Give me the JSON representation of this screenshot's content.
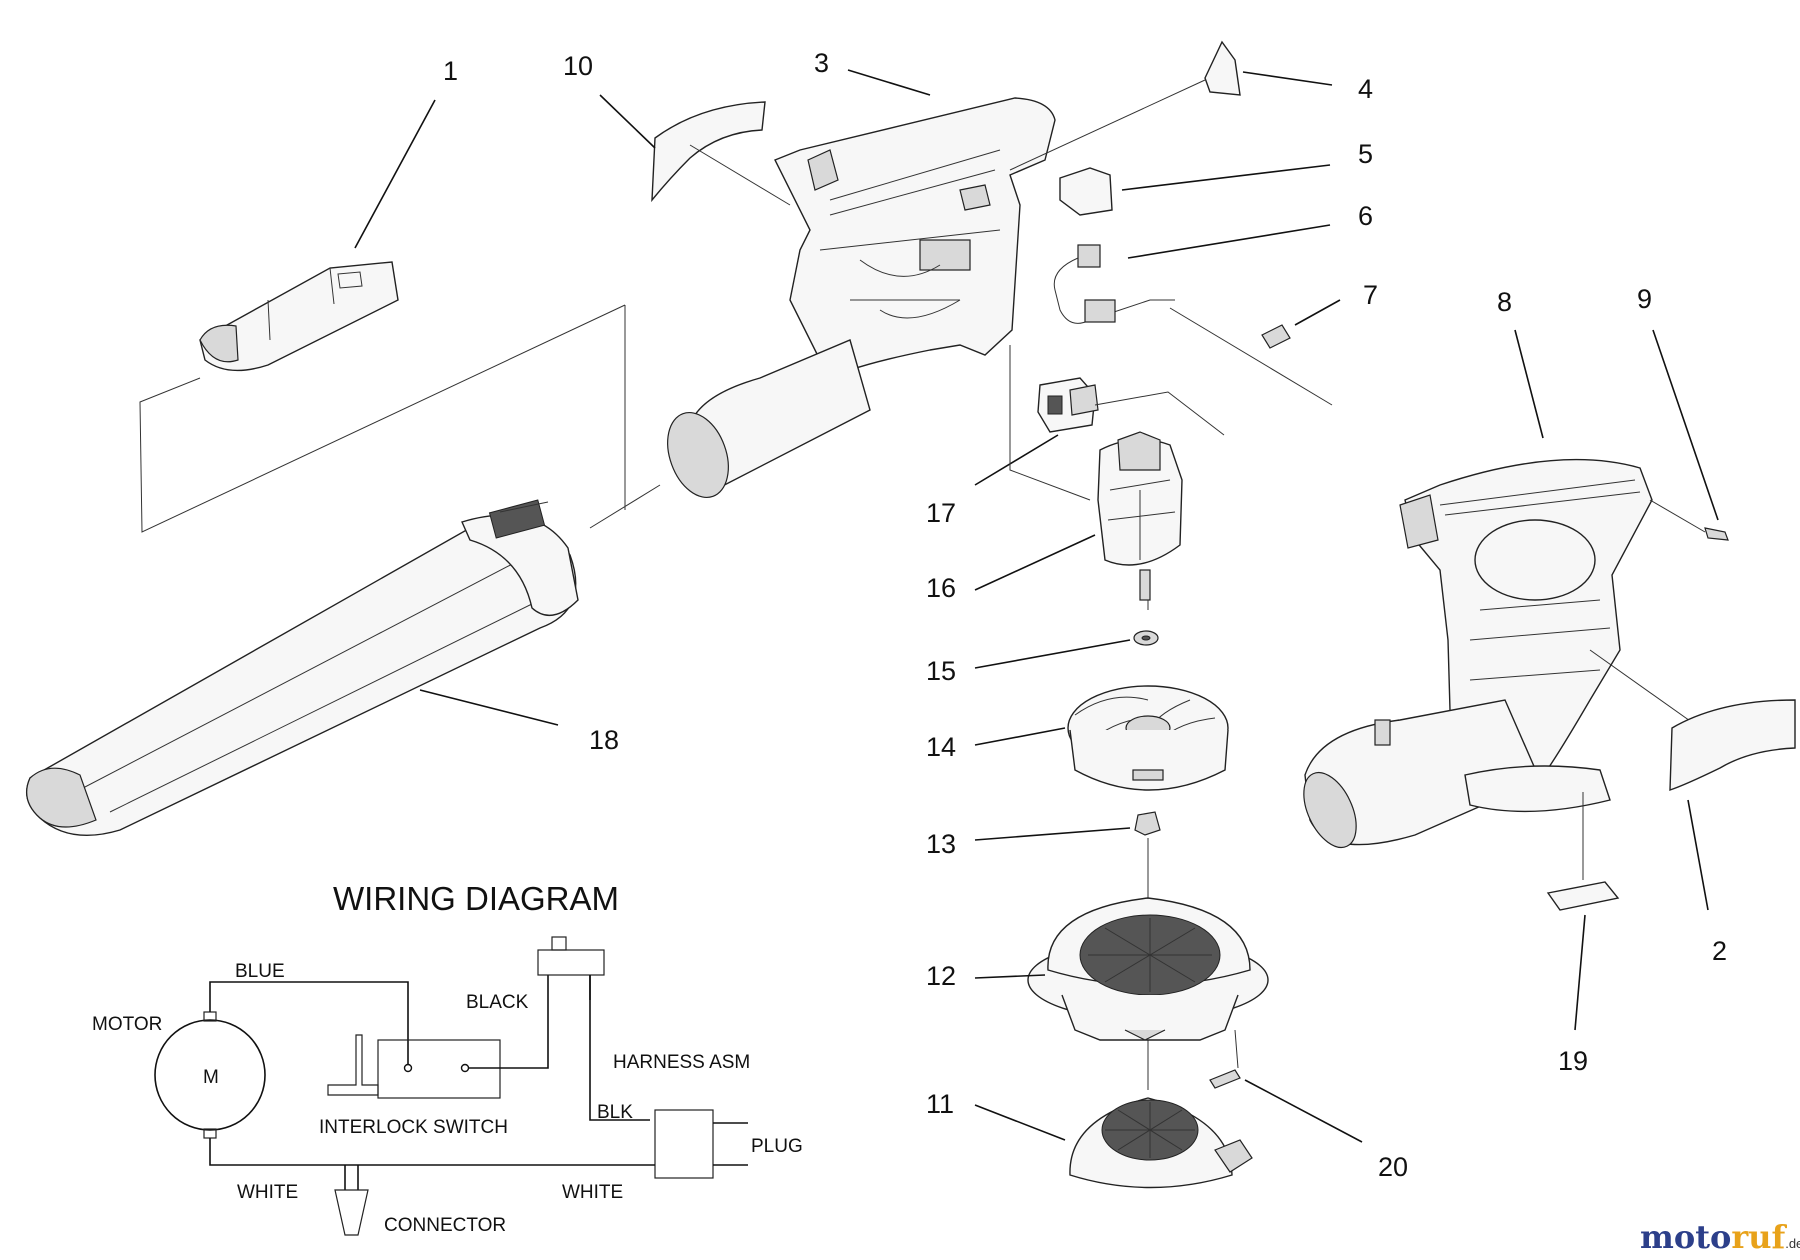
{
  "callouts": {
    "c1": "1",
    "c2": "2",
    "c3": "3",
    "c4": "4",
    "c5": "5",
    "c6": "6",
    "c7": "7",
    "c8": "8",
    "c9": "9",
    "c10": "10",
    "c11": "11",
    "c12": "12",
    "c13": "13",
    "c14": "14",
    "c15": "15",
    "c16": "16",
    "c17": "17",
    "c18": "18",
    "c19": "19",
    "c20": "20"
  },
  "wiring": {
    "title": "WIRING DIAGRAM",
    "motor": "MOTOR",
    "motor_symbol": "M",
    "blue": "BLUE",
    "black": "BLACK",
    "harness": "HARNESS ASM",
    "blk": "BLK",
    "plug": "PLUG",
    "white_left": "WHITE",
    "white_right": "WHITE",
    "interlock": "INTERLOCK SWITCH",
    "connector": "CONNECTOR"
  },
  "brand": {
    "part1": "moto",
    "part2": "ruf",
    "suffix": ".de"
  }
}
